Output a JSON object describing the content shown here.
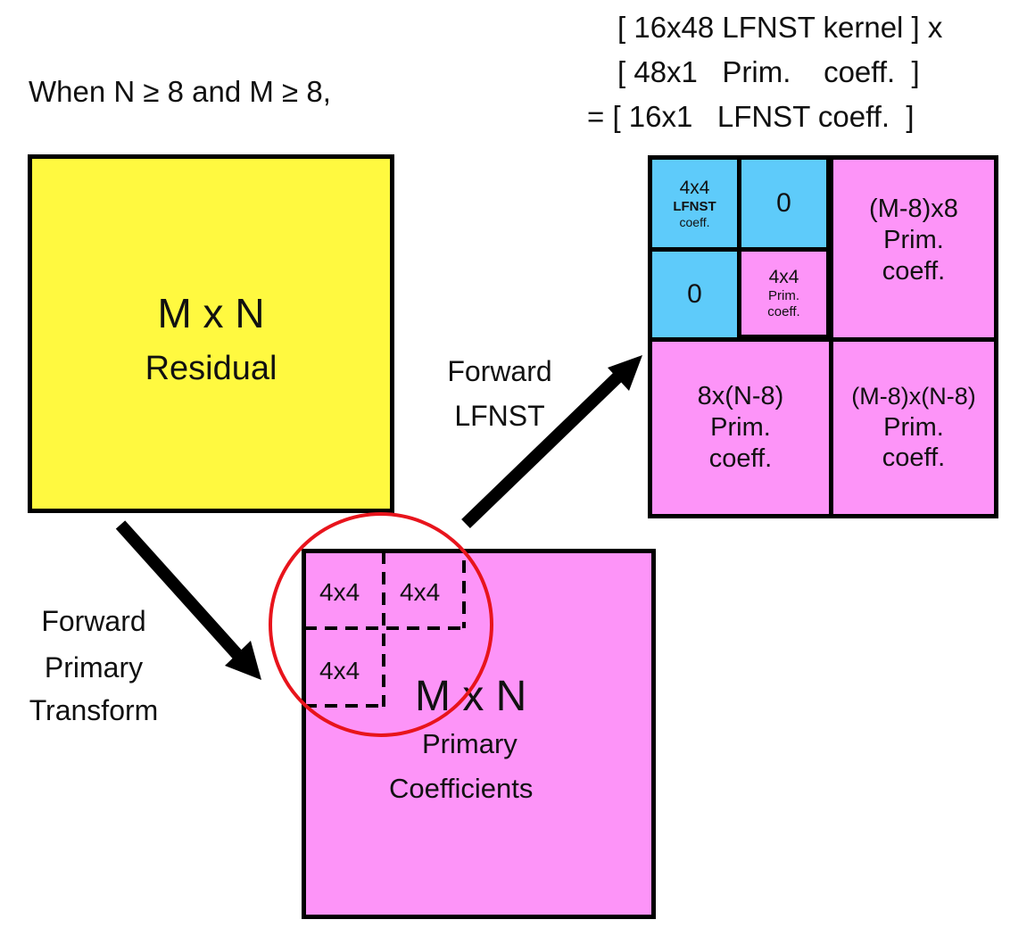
{
  "condition_text": "When N ≥ 8 and M ≥ 8,",
  "equation": {
    "line1": "[ 16x48 LFNST kernel ] x",
    "line2": "[ 48x1   Prim.    coeff.  ]",
    "line3": "= [ 16x1   LFNST coeff.  ]"
  },
  "residual_block": {
    "title": "M x N",
    "subtitle": "Residual",
    "color": "#fff940"
  },
  "primary_block": {
    "title": "M x N",
    "subtitle1": "Primary",
    "subtitle2": "Coefficients",
    "color": "#fd94f8",
    "sub_blocks": [
      "4x4",
      "4x4",
      "4x4"
    ]
  },
  "arrows": {
    "primary_label1": "Forward",
    "primary_label2": "Primary",
    "primary_label3": "Transform",
    "lfnst_label1": "Forward",
    "lfnst_label2": "LFNST"
  },
  "highlight_circle_color": "#e8141c",
  "output_grid": {
    "lfnst_color": "#5ecbfa",
    "prim_color": "#fd94f8",
    "lfnst_cell": {
      "line1": "4x4",
      "line2": "LFNST",
      "line3": "coeff."
    },
    "zero_top": "0",
    "zero_left": "0",
    "prim_4x4": {
      "line1": "4x4",
      "line2": "Prim.",
      "line3": "coeff."
    },
    "top_right": {
      "line1": "(M-8)x8",
      "line2": "Prim.",
      "line3": "coeff."
    },
    "bottom_left": {
      "line1": "8x(N-8)",
      "line2": "Prim.",
      "line3": "coeff."
    },
    "bottom_right": {
      "line1": "(M-8)x(N-8)",
      "line2": "Prim.",
      "line3": "coeff."
    }
  }
}
